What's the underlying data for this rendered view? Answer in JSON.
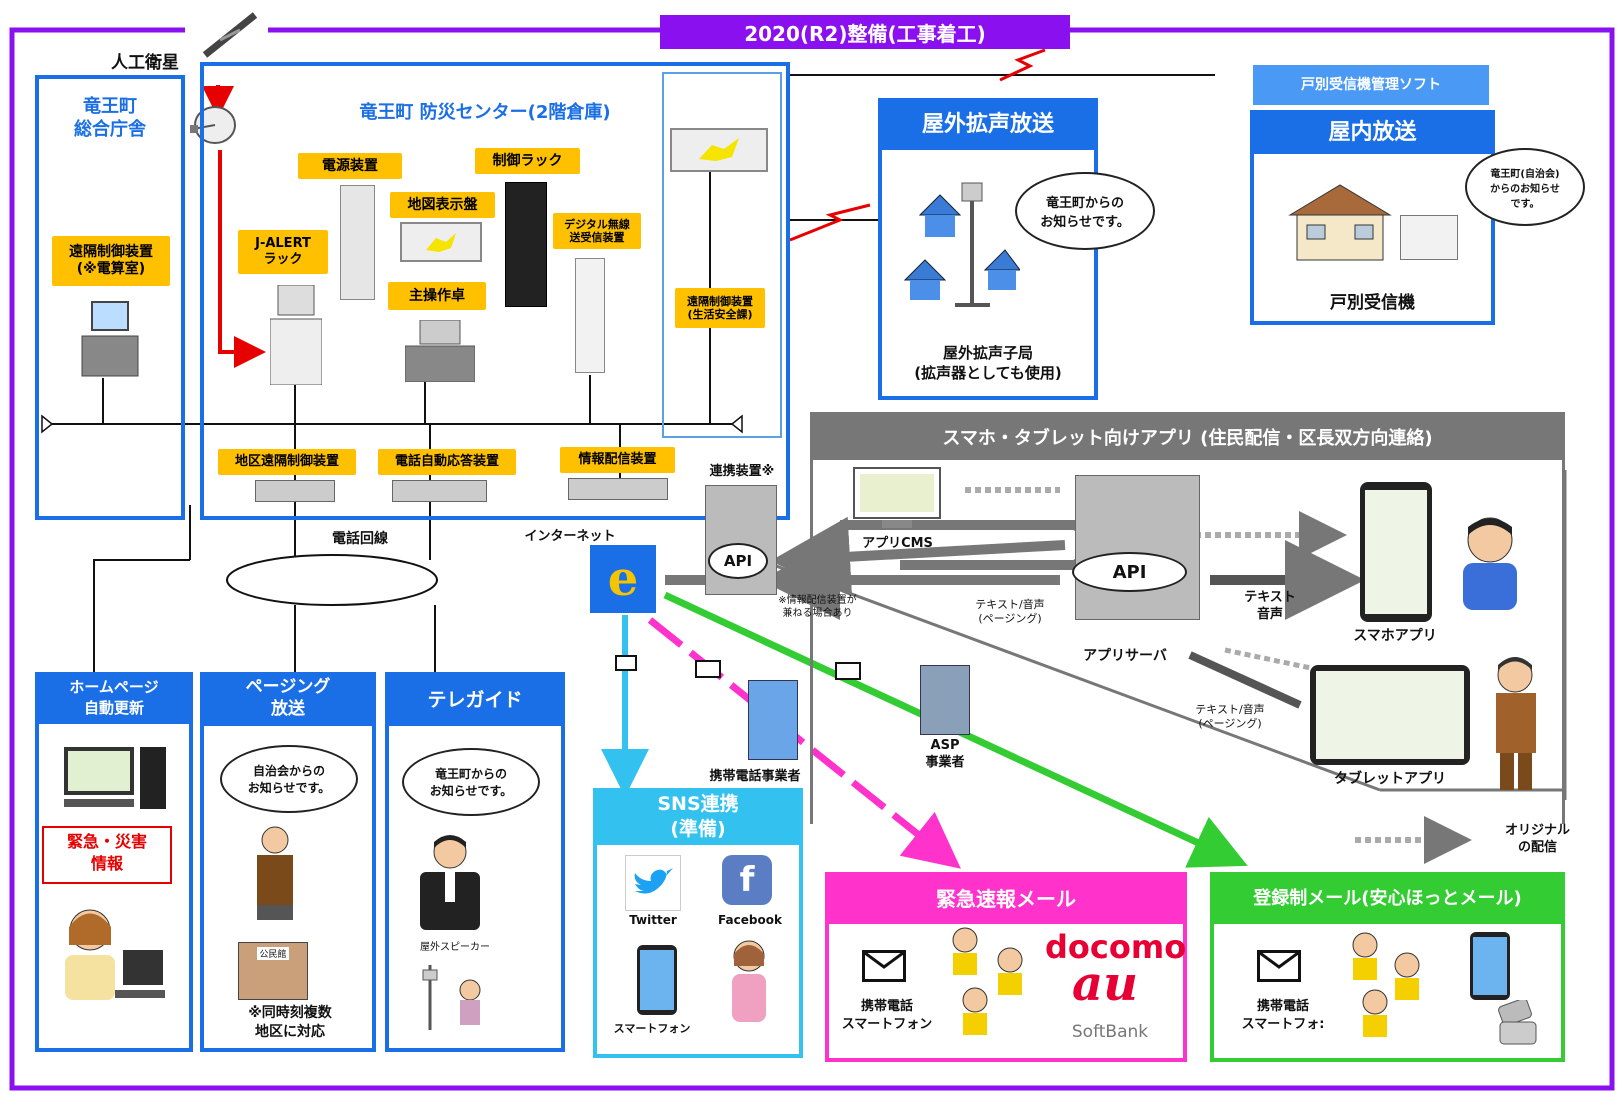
{
  "header": {
    "title": "2020(R2)整備(工事着工)"
  },
  "satellite": {
    "label": "人工衛星"
  },
  "ryuo_office": {
    "title_line1": "竜王町",
    "title_line2": "総合庁舎",
    "remote_device_line1": "遠隔制御装置",
    "remote_device_line2": "(※電算室)"
  },
  "center": {
    "title": "竜王町  防災センター(2階倉庫)",
    "power_unit": "電源装置",
    "control_rack": "制御ラック",
    "jalert_line1": "J-ALERT",
    "jalert_line2": "ラック",
    "map_display": "地図表示盤",
    "digital_line1": "デジタル無線",
    "digital_line2": "送受信装置",
    "main_console": "主操作卓",
    "remote_device_line1": "遠隔制御装置",
    "remote_device_line2": "(生活安全課)",
    "area_remote": "地区遠隔制御装置",
    "phone_auto": "電話自動応答装置",
    "info_dist": "情報配信装置"
  },
  "outdoor": {
    "title": "屋外拡声放送",
    "bubble_line1": "竜王町からの",
    "bubble_line2": "お知らせです。",
    "sub_line1": "屋外拡声子局",
    "sub_line2": "(拡声器としても使用)"
  },
  "indoor": {
    "software": "戸別受信機管理ソフト",
    "title": "屋内放送",
    "bubble_line1": "竜王町(自治会)",
    "bubble_line2": "からのお知らせ",
    "bubble_line3": "です。",
    "receiver": "戸別受信機"
  },
  "app_section": {
    "title": "スマホ・タブレット向けアプリ (住民配信・区長双方向連絡)",
    "cms": "アプリCMS",
    "api": "API",
    "server": "アプリサーバ",
    "text_voice_line1": "テキスト/音声",
    "text_voice_line2": "(ページング)",
    "text_line1": "テキスト",
    "text_line2": "音声",
    "text_voice2_line1": "テキスト/音声",
    "text_voice2_line2": "(ページング)",
    "smartphone_app": "スマホアプリ",
    "tablet_app": "タブレットアプリ",
    "original_line1": "オリジナル",
    "original_line2": "の配信"
  },
  "relay": {
    "label": "連携装置※",
    "api": "API",
    "note_line1": "※情報配信装置が",
    "note_line2": "兼ねる場合あり"
  },
  "network": {
    "phone_line": "電話回線",
    "internet": "インターネット",
    "carrier": "携帯電話事業者",
    "asp_line1": "ASP",
    "asp_line2": "事業者"
  },
  "homepage": {
    "title_line1": "ホームページ",
    "title_line2": "自動更新",
    "emergency_line1": "緊急・災害",
    "emergency_line2": "情報"
  },
  "paging": {
    "title_line1": "ページング",
    "title_line2": "放送",
    "bubble_line1": "自治会からの",
    "bubble_line2": "お知らせです。",
    "note_line1": "※同時刻複数",
    "note_line2": "地区に対応",
    "hall": "公民館"
  },
  "teleguide": {
    "title": "テレガイド",
    "bubble_line1": "竜王町からの",
    "bubble_line2": "お知らせです。",
    "speaker": "屋外スピーカー"
  },
  "sns": {
    "title_line1": "SNS連携",
    "title_line2": "(準備)",
    "twitter": "Twitter",
    "facebook": "Facebook",
    "smartphone": "スマートフォン"
  },
  "emergency_mail": {
    "title": "緊急速報メール",
    "device_line1": "携帯電話",
    "device_line2": "スマートフォン",
    "docomo": "docomo",
    "au": "au",
    "softbank": "SoftBank"
  },
  "register_mail": {
    "title": "登録制メール(安心ほっとメール)",
    "device_line1": "携帯電話",
    "device_line2": "スマートフォ:"
  },
  "colors": {
    "purple": "#8b10f0",
    "blue": "#1a6fe6",
    "orange": "#ffc000",
    "gray": "#777777",
    "magenta": "#ff33cc",
    "green": "#33cc33",
    "cyan": "#33c2f0",
    "red": "#e60000"
  }
}
